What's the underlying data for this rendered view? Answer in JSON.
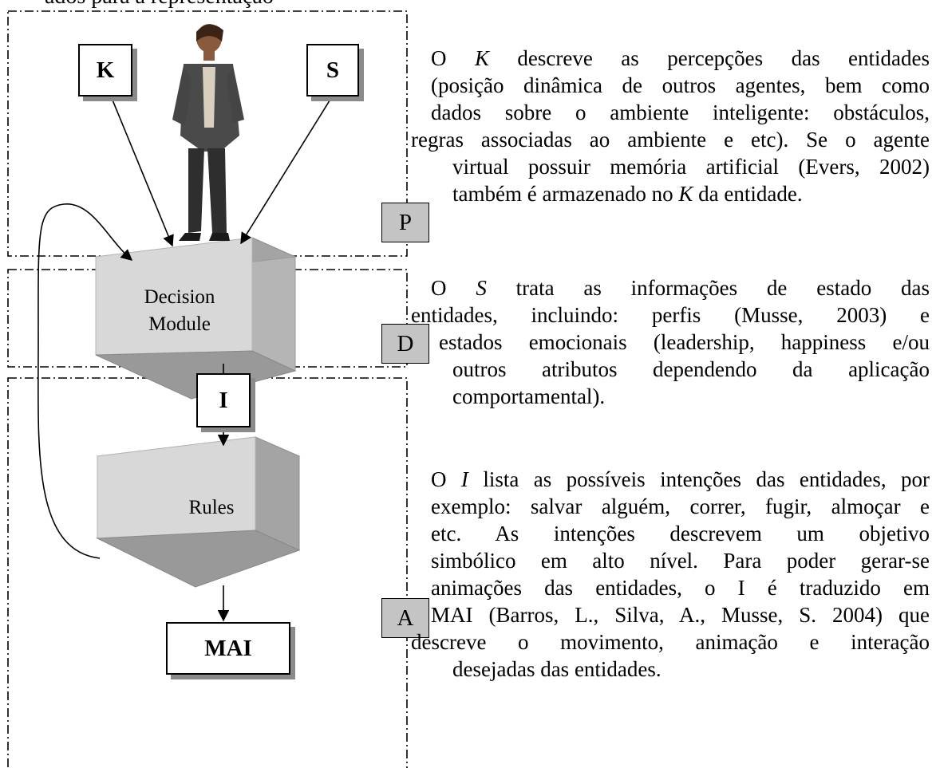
{
  "caption_partial": "ados para a representação",
  "diagram": {
    "labels": {
      "knowledge": "K",
      "state": "S",
      "intention": "I",
      "mai": "MAI"
    },
    "blocks": {
      "decision_line1": "Decision",
      "decision_line2": "Module",
      "rules": "Rules"
    },
    "phases": {
      "perception": "P",
      "decision": "D",
      "action": "A"
    }
  },
  "paragraphs": {
    "k": {
      "l1_a": "O ",
      "l1_em": "K",
      "l1_b": " descreve as percepções das entidades",
      "l2": "(posição dinâmica de outros agentes, bem como",
      "l3": "dados sobre o ambiente inteligente: obstáculos,",
      "l4": "regras associadas ao ambiente e etc). Se o agente",
      "l5": "virtual possuir memória artificial (Evers, 2002)",
      "l6_a": "também é armazenado no ",
      "l6_em": "K",
      "l6_b": " da entidade."
    },
    "s": {
      "l1_a": "O ",
      "l1_em": "S",
      "l1_b": " trata as informações de estado das",
      "l2": "entidades, incluindo: perfis (Musse, 2003) e",
      "l3": "estados emocionais (leadership, happiness e/ou",
      "l4": "outros atributos dependendo da aplicação",
      "l5": "comportamental)."
    },
    "i": {
      "l1_a": "O ",
      "l1_em": "I",
      "l1_b": " lista as possíveis intenções das entidades, por",
      "l2": "exemplo: salvar alguém, correr, fugir, almoçar e",
      "l3": "etc. As intenções descrevem um objetivo",
      "l4": "simbólico em alto nível. Para poder gerar-se",
      "l5": "animações das entidades, o I é traduzido em",
      "l6": "MAI (Barros, L., Silva, A., Musse, S. 2004) que",
      "l7": "descreve o movimento, animação e interação",
      "l8": "desejadas das entidades."
    }
  },
  "colors": {
    "phase_fill": "#c4c4c4",
    "block_front": "#d6d6d6",
    "block_top": "#eaeaea",
    "block_side": "#a8a8a8",
    "shadow": "#8a8a8a"
  }
}
